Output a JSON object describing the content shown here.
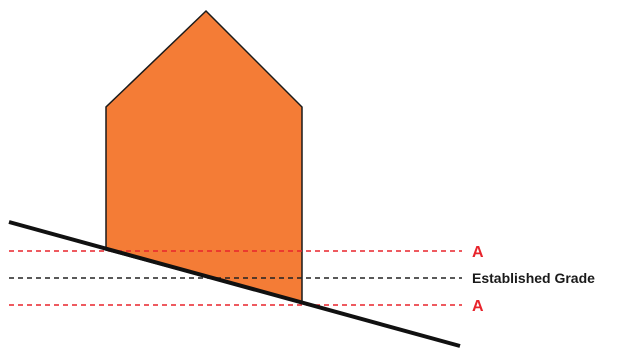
{
  "labels": {
    "upper_line": "A",
    "grade_line": "Established Grade",
    "lower_line": "A"
  },
  "colors": {
    "house_fill": "#f47c36",
    "house_stroke": "#1a1a1a",
    "ground": "#111111",
    "reference_line": "#e8242c",
    "grade_line": "#222222",
    "label_a": "#e8242c",
    "label_grade": "#1a1a1a"
  }
}
